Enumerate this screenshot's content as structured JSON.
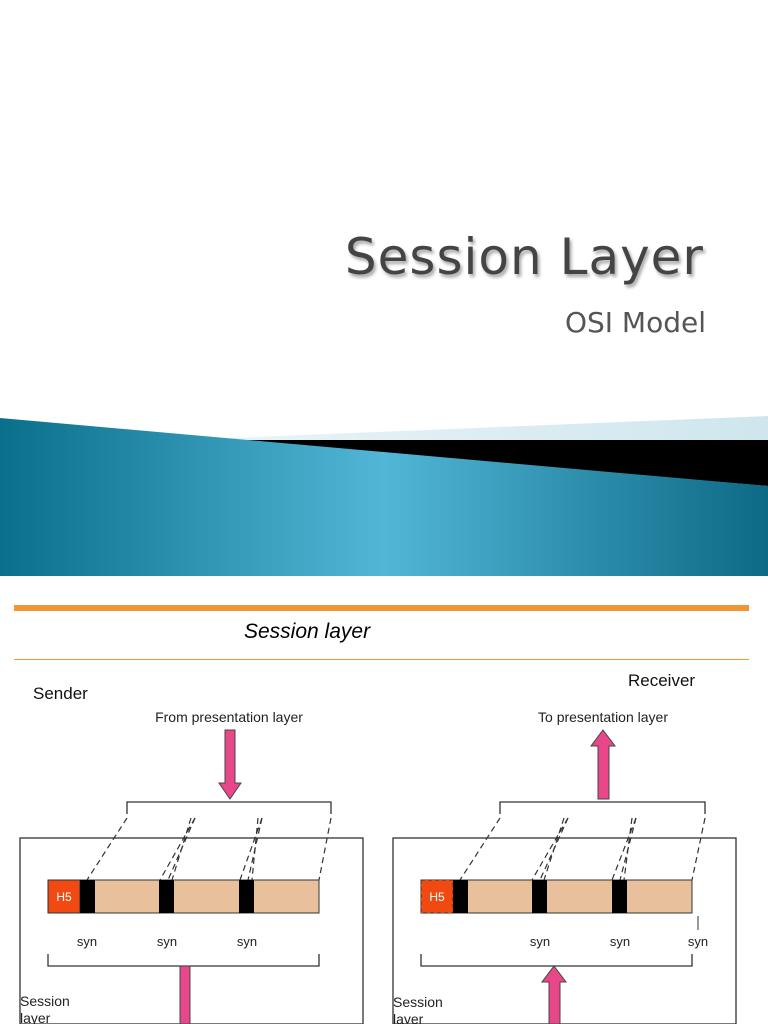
{
  "slide1": {
    "title": "Session Layer",
    "subtitle": "OSI Model"
  },
  "slide2": {
    "title": "Session layer",
    "sender_label": "Sender",
    "receiver_label": "Receiver",
    "sender": {
      "top_label": "From presentation layer",
      "header": "H5",
      "syn_labels": [
        "syn",
        "syn",
        "syn"
      ],
      "bottom_label_line1": "Session",
      "bottom_label_line2": "layer"
    },
    "receiver": {
      "top_label": "To presentation layer",
      "header": "H5",
      "syn_labels": [
        "syn",
        "syn",
        "syn"
      ],
      "bottom_label_line1": "Session",
      "bottom_label_line2": "layer"
    },
    "colors": {
      "header": "#f04a12",
      "data_unit": "#e8c09c",
      "arrow": "#e8488a",
      "accent": "#f39437"
    }
  }
}
